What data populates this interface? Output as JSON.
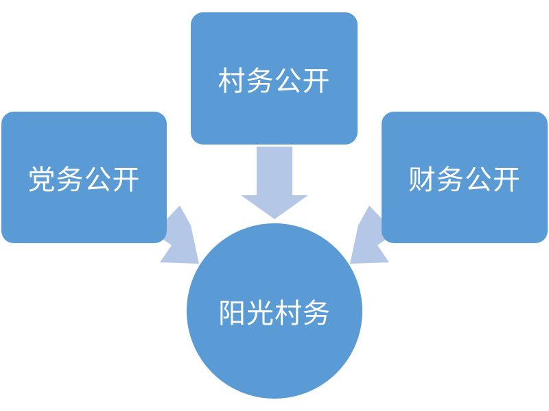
{
  "diagram": {
    "nodes": {
      "top": {
        "label": "村务公开"
      },
      "left": {
        "label": "党务公开"
      },
      "right": {
        "label": "财务公开"
      },
      "center": {
        "label": "阳光村务"
      }
    },
    "colors": {
      "node_fill": "#5b9bd5",
      "arrow_fill": "#b4c7e7",
      "text": "#ffffff",
      "background": "#ffffff"
    }
  }
}
